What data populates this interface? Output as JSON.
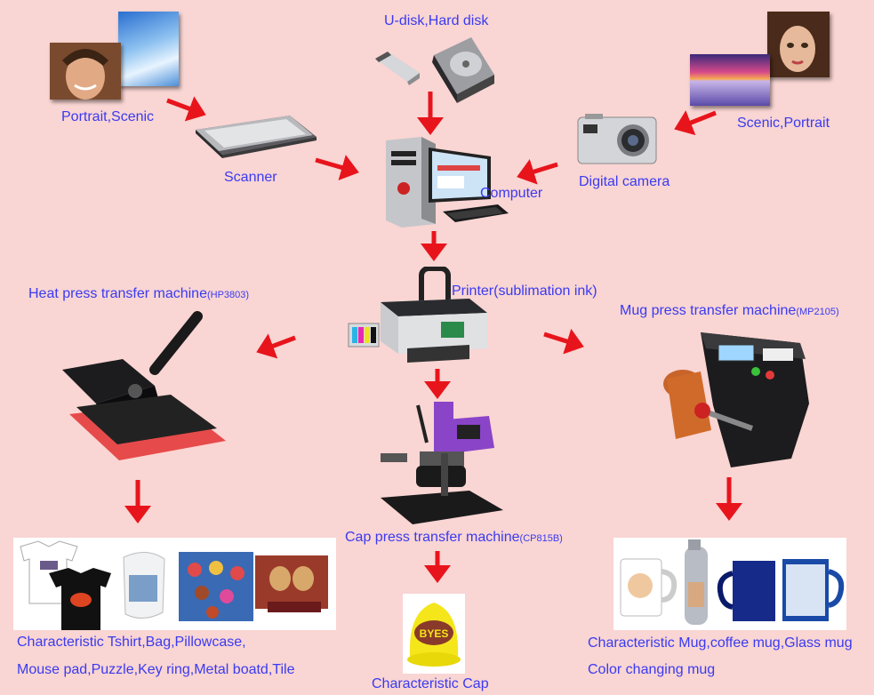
{
  "labels": {
    "portrait_scenic": "Portrait,Scenic",
    "scanner": "Scanner",
    "udisk_harddisk": "U-disk,Hard disk",
    "computer": "Computer",
    "scenic_portrait": "Scenic,Portrait",
    "digital_camera": "Digital camera",
    "printer": "Printer(sublimation ink)",
    "heat_press": "Heat press transfer machine",
    "heat_press_model": "(HP3803)",
    "mug_press": "Mug press transfer machine",
    "mug_press_model": "(MP2105)",
    "cap_press": "Cap press transfer machine",
    "cap_press_model": "(CP815B)",
    "tshirt_line1": "Characteristic Tshirt,Bag,Pillowcase,",
    "tshirt_line2": "Mouse pad,Puzzle,Key ring,Metal boatd,Tile",
    "mug_line1": "Characteristic Mug,coffee mug,Glass mug",
    "mug_line2": "Color changing mug",
    "cap": "Characteristic Cap"
  },
  "cap_text": "BYES",
  "colors": {
    "background": "#f9d5d3",
    "label": "#3a3af2",
    "arrow": "#e8141c"
  }
}
